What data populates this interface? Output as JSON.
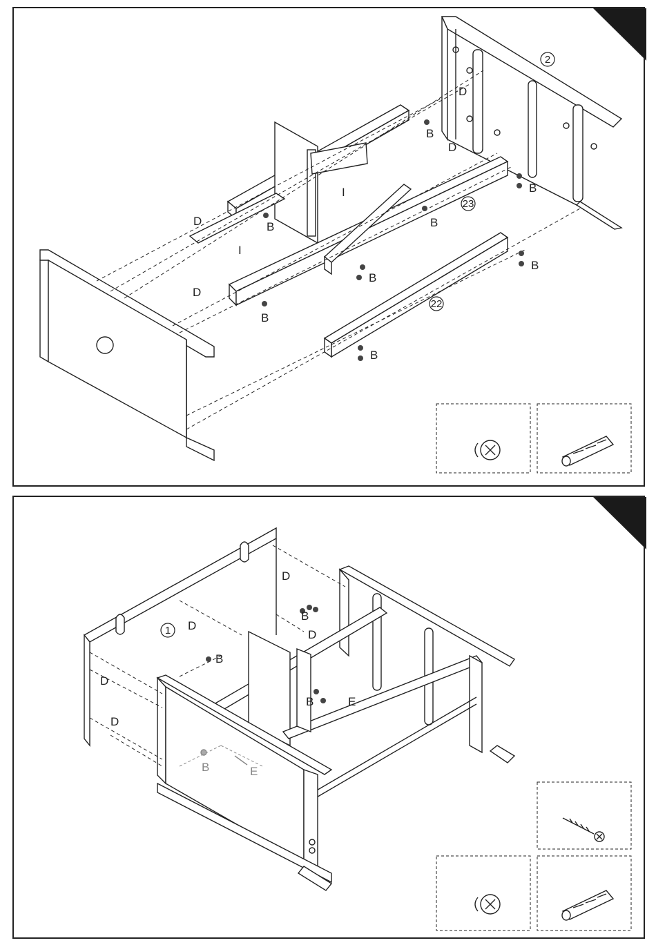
{
  "step1": {
    "part_numbers": [
      "2",
      "23",
      "22"
    ],
    "labels": {
      "D": "D",
      "B": "B",
      "I": "I"
    }
  },
  "step2": {
    "part_numbers": [
      "1"
    ],
    "labels": {
      "D": "D",
      "B": "B",
      "E": "E"
    }
  },
  "hardware_legend": [
    {
      "icon": "cam-lock-icon"
    },
    {
      "icon": "wooden-dowel-icon"
    },
    {
      "icon": "wood-screw-icon"
    }
  ],
  "colors": {
    "line": "#222222",
    "corner_tab": "#1a1a1a",
    "ghost": "#888888"
  }
}
